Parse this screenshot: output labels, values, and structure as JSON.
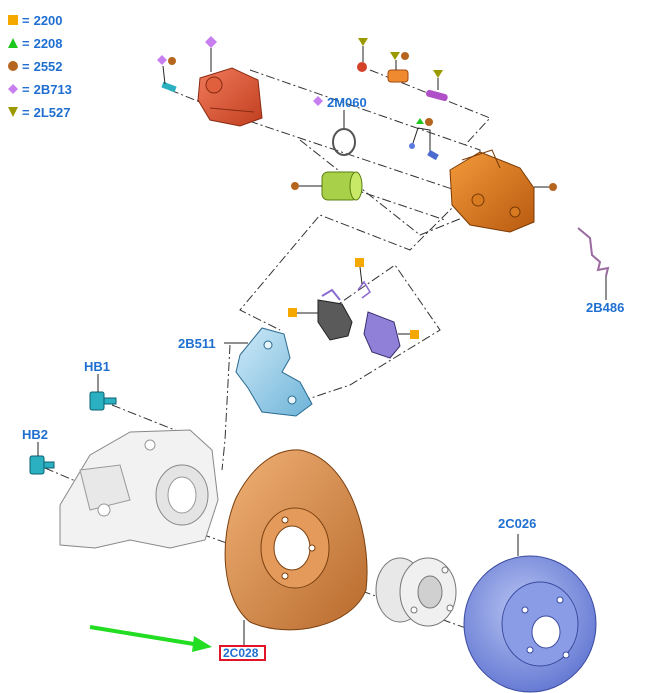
{
  "legend": [
    {
      "symbol": "square-icon",
      "color": "#f5a800",
      "code": "2200"
    },
    {
      "symbol": "triangle-icon",
      "color": "#1ec71e",
      "code": "2208"
    },
    {
      "symbol": "circle-icon",
      "color": "#b5651d",
      "code": "2552"
    },
    {
      "symbol": "diamond-icon",
      "color": "#c77ff0",
      "code": "2B713"
    },
    {
      "symbol": "triangle-down-icon",
      "color": "#9a9a00",
      "code": "2L527"
    }
  ],
  "equals": "=",
  "labels": {
    "seal": "2M060",
    "sensor": "2B486",
    "bracket": "2B511",
    "bolt1": "HB1",
    "bolt2": "HB2",
    "disc": "2C026",
    "shield": "2C028"
  },
  "colors": {
    "label_text": "#1f6fd1",
    "highlight_box": "#e0152a",
    "arrow": "#22dd22"
  }
}
